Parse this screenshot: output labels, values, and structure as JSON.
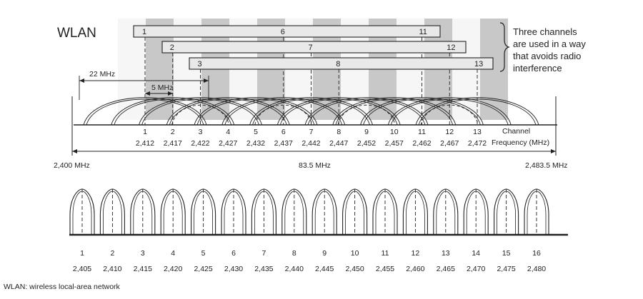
{
  "title": "WLAN",
  "note_lines": [
    "Three channels",
    "are used in a way",
    "that avoids radio",
    "interference"
  ],
  "footnote": "WLAN: wireless local-area network",
  "wlan": {
    "channel_label": "Channel",
    "frequency_label": "Frequency (MHz)",
    "channels": [
      "1",
      "2",
      "3",
      "4",
      "5",
      "6",
      "7",
      "8",
      "9",
      "10",
      "11",
      "12",
      "13"
    ],
    "frequencies": [
      "2,412",
      "2,417",
      "2,422",
      "2,427",
      "2,432",
      "2,437",
      "2,442",
      "2,447",
      "2,452",
      "2,457",
      "2,462",
      "2,467",
      "2,472"
    ],
    "band_start": "2,400 MHz",
    "band_end": "2,483.5 MHz",
    "band_width": "83.5 MHz",
    "channel_width": "22 MHz",
    "channel_spacing": "5 MHz",
    "groups": [
      {
        "channels": [
          "1",
          "6",
          "11"
        ]
      },
      {
        "channels": [
          "2",
          "7",
          "12"
        ]
      },
      {
        "channels": [
          "3",
          "8",
          "13"
        ]
      }
    ]
  },
  "lower": {
    "channels": [
      "1",
      "2",
      "3",
      "4",
      "5",
      "6",
      "7",
      "8",
      "9",
      "10",
      "11",
      "12",
      "13",
      "14",
      "15",
      "16"
    ],
    "frequencies": [
      "2,405",
      "2,410",
      "2,415",
      "2,420",
      "2,425",
      "2,430",
      "2,435",
      "2,440",
      "2,445",
      "2,450",
      "2,455",
      "2,460",
      "2,465",
      "2,470",
      "2,475",
      "2,480"
    ]
  },
  "colors": {
    "band_dark": "#c8c8c8",
    "band_light": "#ececec",
    "line": "#222222",
    "bar_fill": "#e9e9e9"
  }
}
